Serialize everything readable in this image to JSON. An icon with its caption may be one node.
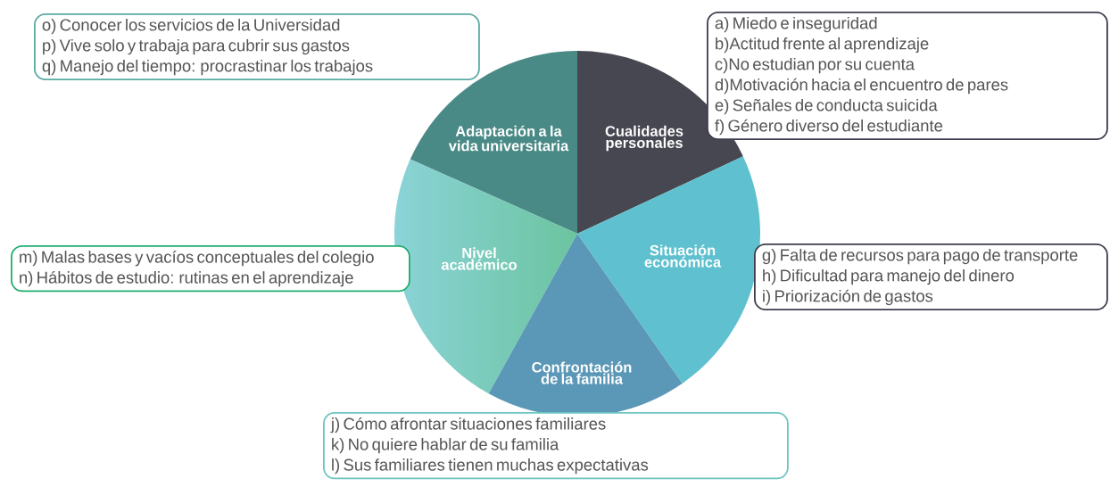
{
  "diagram": {
    "nodes": [
      {
        "text": [
          "o) Conocer los servicios de la Universidad",
          "p) Vive solo y trabaja para cubrir sus gastos",
          "q) Manejo del tiempo: procrastinar los trabajos"
        ]
      },
      {
        "text": [
          "a) Miedo e inseguridad",
          "b)Actitud frente al aprendizaje",
          "c)No estudian por su cuenta",
          "d)Motivación hacia el encuentro de pares",
          "e) Señales de conducta suicida",
          "f) Género diverso del estudiante"
        ]
      },
      {
        "text": [
          "Adaptación a la vida universitaria"
        ]
      },
      {
        "text": [
          "Cualidades personales"
        ]
      },
      {
        "text": [
          "Nivel académico"
        ]
      },
      {
        "text": [
          "Situación económica"
        ]
      },
      {
        "text": [
          "m) Malas bases y vacíos conceptuales del colegio",
          "n) Hábitos de estudio: rutinas en el aprendizaje"
        ]
      },
      {
        "text": [
          "g) Falta de recursos para pago de transporte",
          "h) Dificultad para manejo del dinero",
          "i) Priorización de gastos"
        ]
      },
      {
        "text": [
          "Confrontación de la familia"
        ]
      },
      {
        "text": [
          "j) Cómo afrontar situaciones familiares",
          "k) No quiere hablar de su familia",
          "l) Sus familiares tienen muchas expectativas"
        ]
      }
    ]
  }
}
